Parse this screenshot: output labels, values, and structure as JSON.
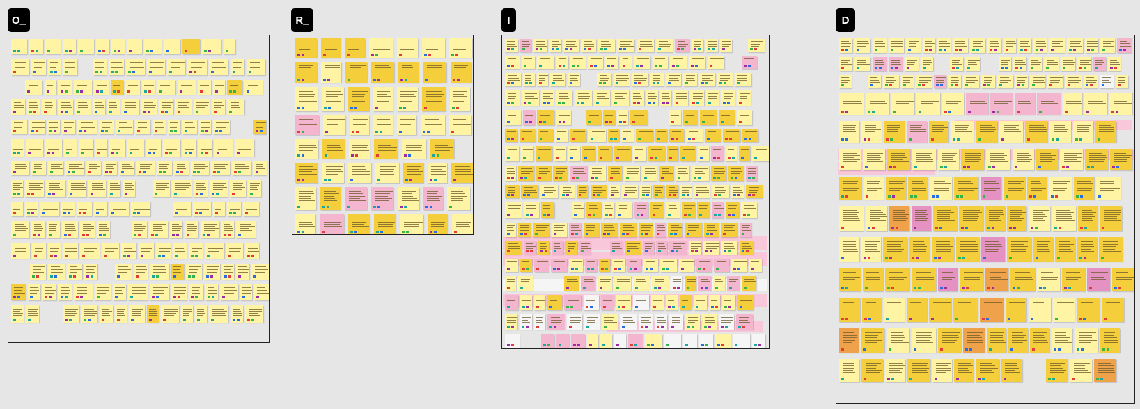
{
  "board": {
    "sections": [
      {
        "key": "o",
        "label": "O_"
      },
      {
        "key": "r",
        "label": "R_"
      },
      {
        "key": "i",
        "label": "I"
      },
      {
        "key": "d",
        "label": "D"
      }
    ]
  },
  "colors": {
    "background": "#e6e6e6",
    "tag_bg": "#000000",
    "note_light_yellow": "#fff4a3",
    "note_yellow": "#f5cf3b",
    "note_pink": "#f4b6cf",
    "note_magenta": "#e591c2",
    "note_orange": "#f0a24a",
    "note_white": "#f5f5f5",
    "band_pink": "#f9c7da",
    "tag_red": "#e23b3b",
    "tag_purple": "#9b2ca6",
    "tag_teal": "#1aa7a0",
    "tag_blue": "#2a6de0",
    "tag_green": "#36b34a"
  },
  "icons": [
    "arrow-icon"
  ]
}
